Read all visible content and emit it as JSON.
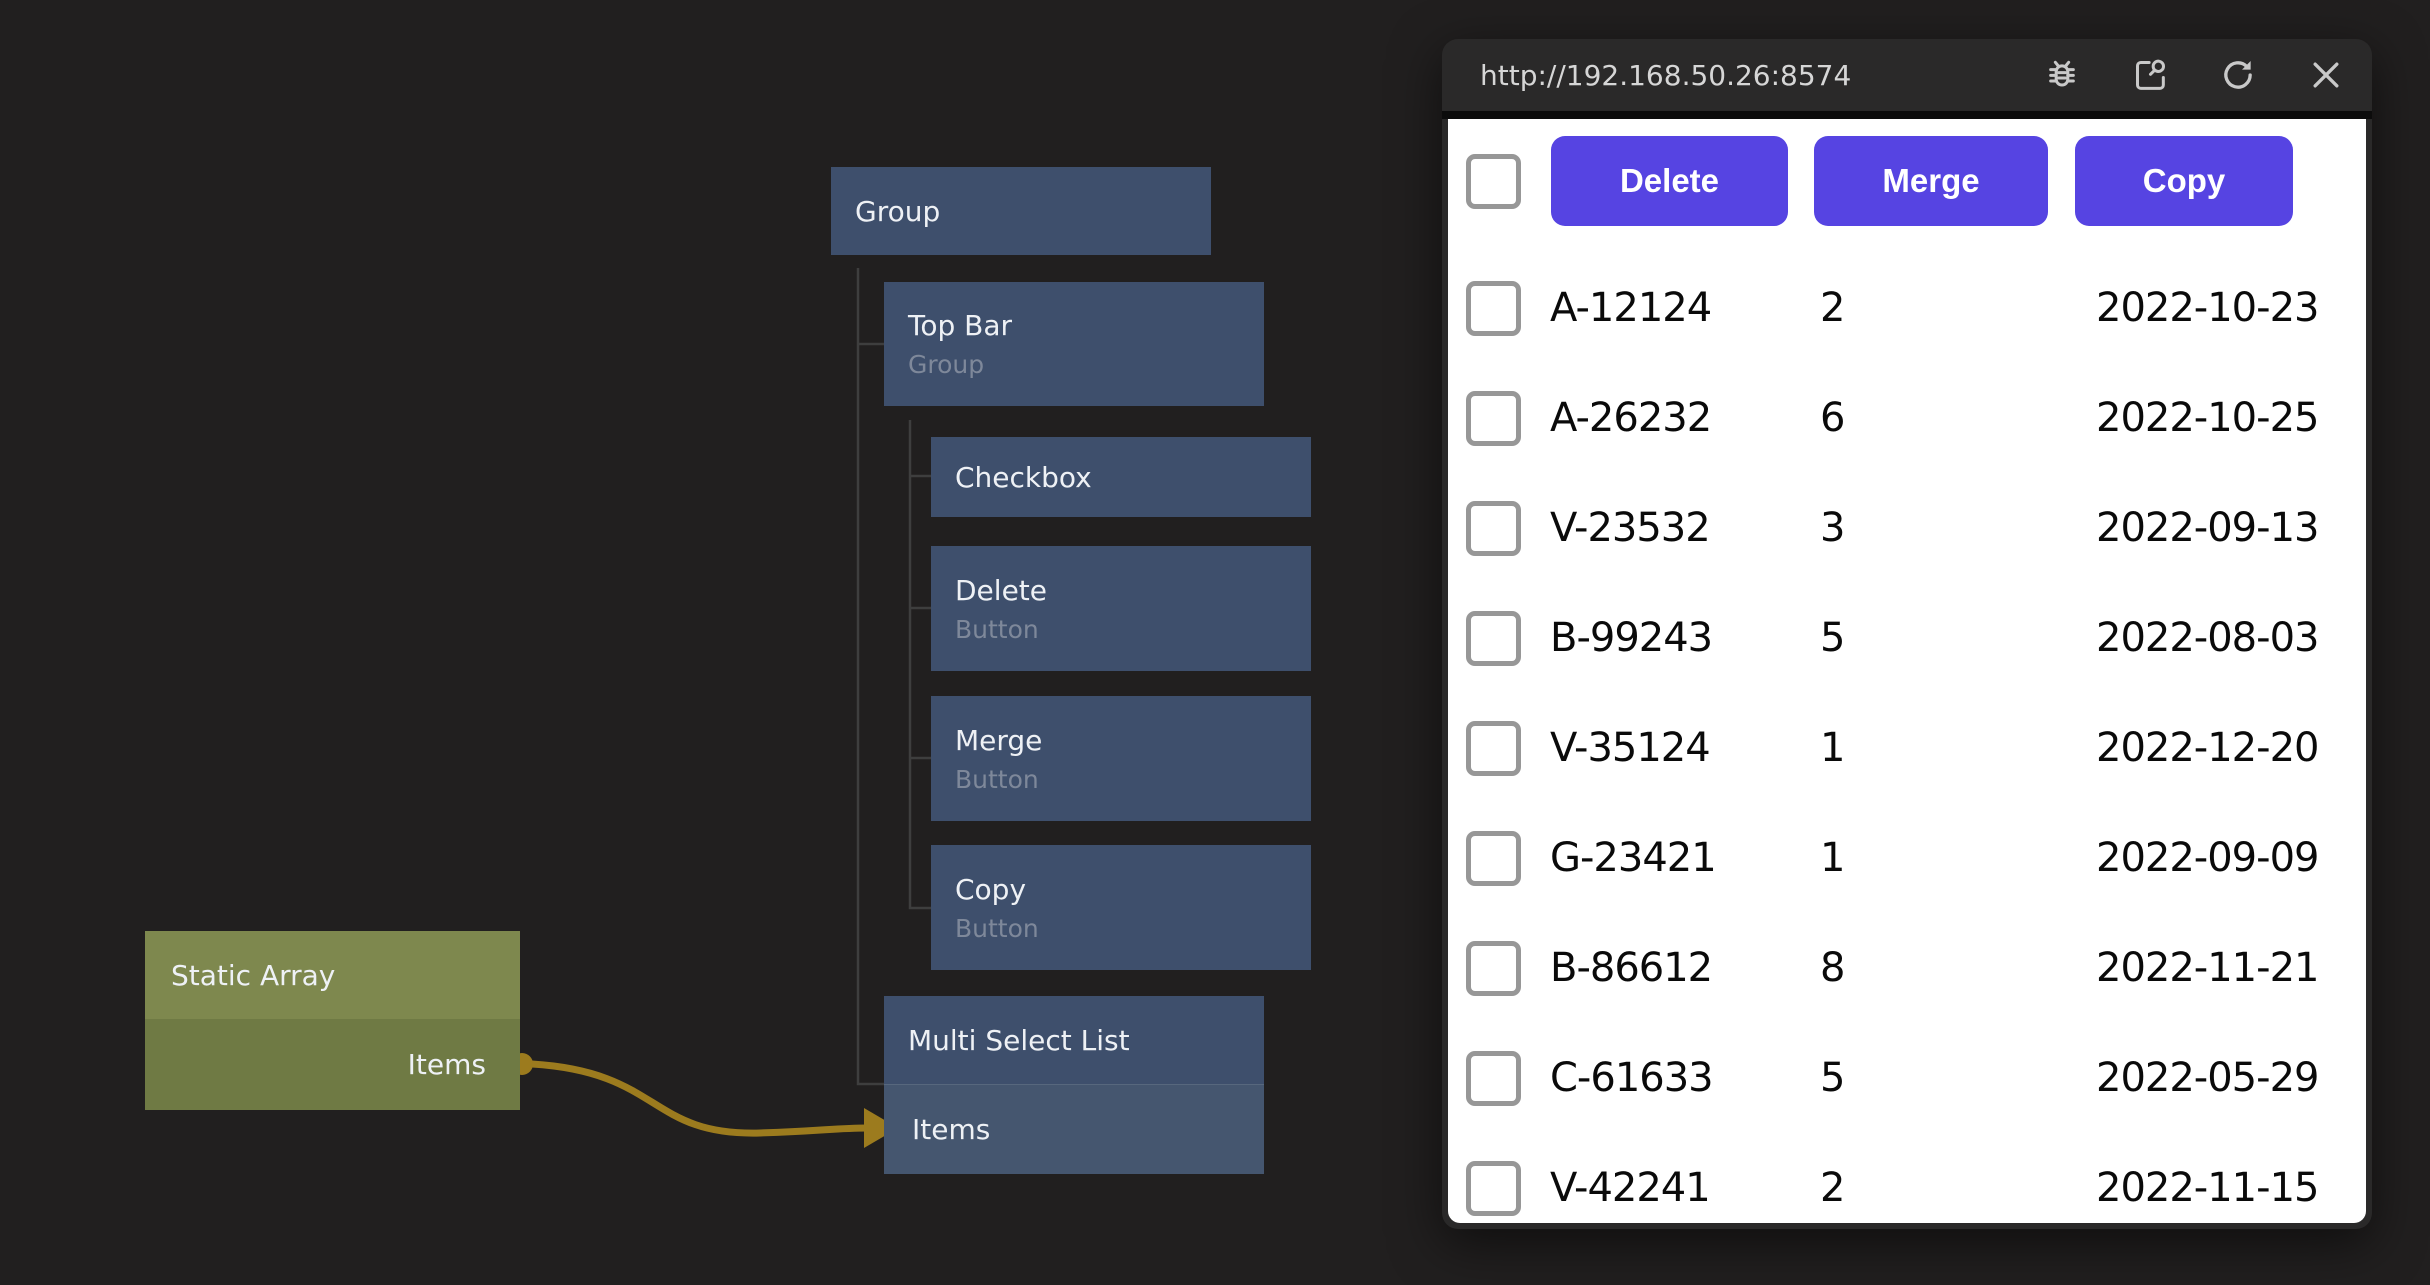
{
  "canvas": {
    "colors": {
      "background": "#211f1f",
      "node": "#3e4f6c",
      "connector": "#3e3e3e",
      "wire": "#9c7b1e",
      "static_array_header": "#7e884e",
      "static_array_body": "#6f7a44"
    },
    "nodes": {
      "group": {
        "title": "Group"
      },
      "top_bar": {
        "title": "Top Bar",
        "subtitle": "Group"
      },
      "checkbox": {
        "title": "Checkbox"
      },
      "delete": {
        "title": "Delete",
        "subtitle": "Button"
      },
      "merge": {
        "title": "Merge",
        "subtitle": "Button"
      },
      "copy": {
        "title": "Copy",
        "subtitle": "Button"
      },
      "multi_select_list": {
        "title": "Multi Select List",
        "port_label": "Items"
      },
      "static_array": {
        "title": "Static Array",
        "port_label": "Items"
      }
    }
  },
  "preview": {
    "url": "http://192.168.50.26:8574",
    "titlebar_icons": [
      "debug-icon",
      "inspect-icon",
      "refresh-icon",
      "close-icon"
    ],
    "toolbar": {
      "accent": "#5644e2",
      "buttons": [
        "Delete",
        "Merge",
        "Copy"
      ]
    },
    "rows": [
      {
        "id": "A-12124",
        "qty": "2",
        "date": "2022-10-23"
      },
      {
        "id": "A-26232",
        "qty": "6",
        "date": "2022-10-25"
      },
      {
        "id": "V-23532",
        "qty": "3",
        "date": "2022-09-13"
      },
      {
        "id": "B-99243",
        "qty": "5",
        "date": "2022-08-03"
      },
      {
        "id": "V-35124",
        "qty": "1",
        "date": "2022-12-20"
      },
      {
        "id": "G-23421",
        "qty": "1",
        "date": "2022-09-09"
      },
      {
        "id": "B-86612",
        "qty": "8",
        "date": "2022-11-21"
      },
      {
        "id": "C-61633",
        "qty": "5",
        "date": "2022-05-29"
      },
      {
        "id": "V-42241",
        "qty": "2",
        "date": "2022-11-15"
      }
    ]
  }
}
